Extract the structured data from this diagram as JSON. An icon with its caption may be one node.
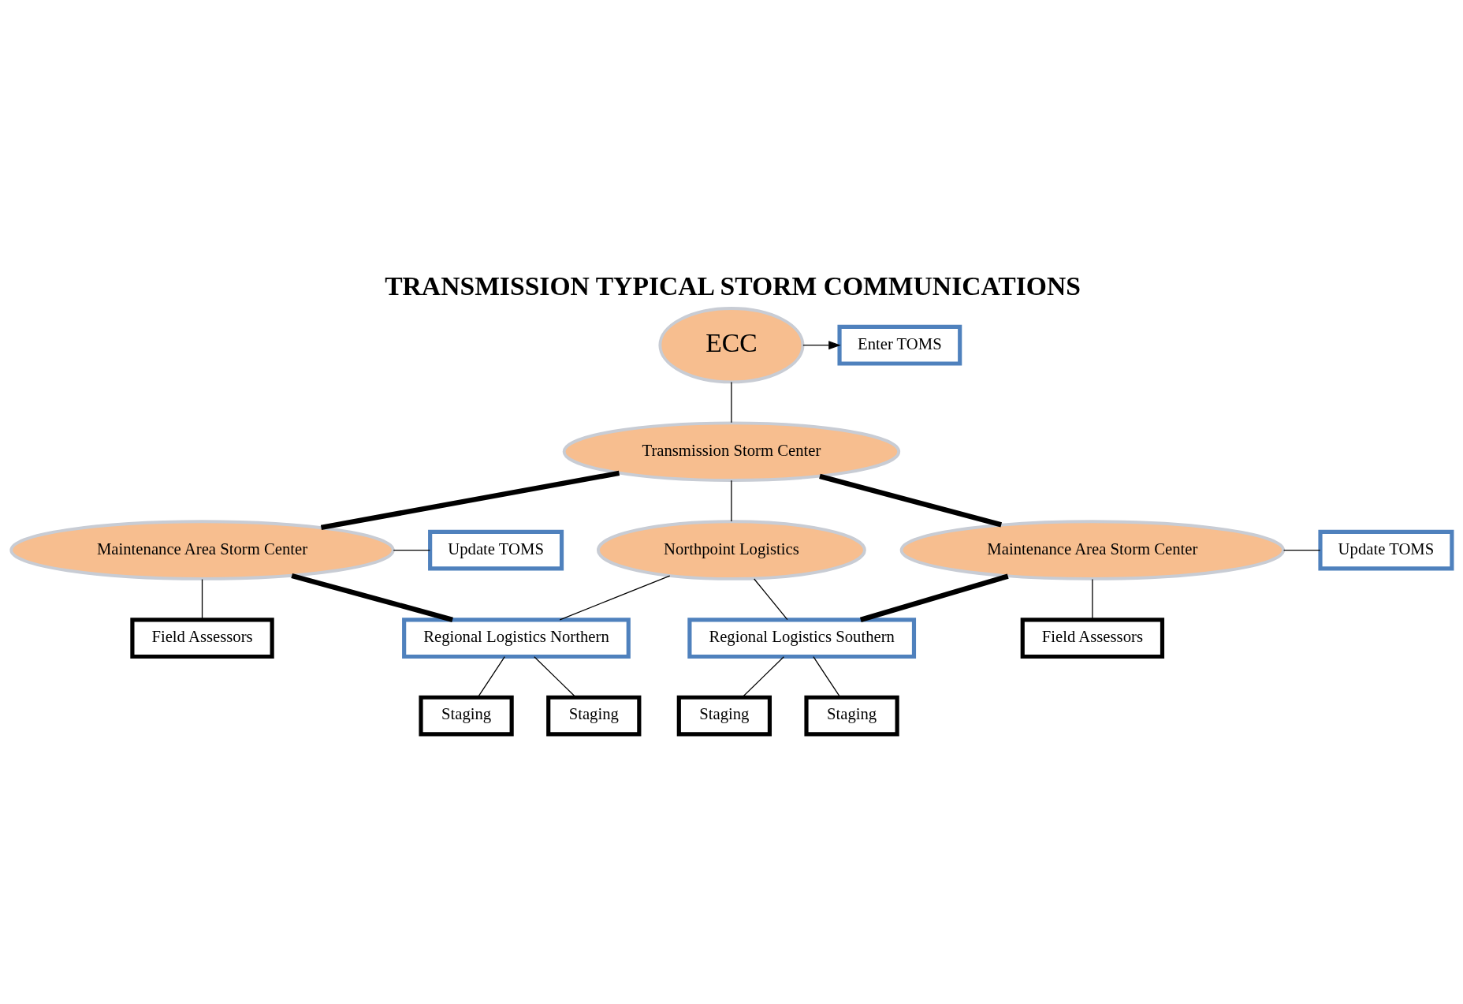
{
  "diagram": {
    "title": "TRANSMISSION TYPICAL STORM COMMUNICATIONS",
    "nodes": [
      {
        "text": [
          "ECC"
        ]
      },
      {
        "text": [
          "Enter TOMS"
        ]
      },
      {
        "text": [
          "Transmission Storm Center"
        ]
      },
      {
        "text": [
          "Northpoint Logistics"
        ]
      },
      {
        "text": [
          "Maintenance Area Storm Center"
        ]
      },
      {
        "text": [
          "Update TOMS"
        ]
      },
      {
        "text": [
          "Field Assessors"
        ]
      },
      {
        "text": [
          "Regional Logistics Northern"
        ]
      },
      {
        "text": [
          "Staging"
        ]
      },
      {
        "text": [
          "Staging"
        ]
      },
      {
        "text": [
          "Maintenance Area Storm Center"
        ]
      },
      {
        "text": [
          "Update TOMS"
        ]
      },
      {
        "text": [
          "Field Assessors"
        ]
      },
      {
        "text": [
          "Regional Logistics Southern"
        ]
      },
      {
        "text": [
          "Staging"
        ]
      },
      {
        "text": [
          "Staging"
        ]
      }
    ],
    "edges": [
      {
        "from": 0,
        "to": 1,
        "arrow": "to"
      },
      {
        "from": 0,
        "to": 2,
        "arrow": "none"
      },
      {
        "from": 2,
        "to": 3,
        "arrow": "none"
      },
      {
        "from": 2,
        "to": 4,
        "arrow": "none",
        "style": "thick"
      },
      {
        "from": 2,
        "to": 10,
        "arrow": "none",
        "style": "thick"
      },
      {
        "from": 3,
        "to": 7,
        "arrow": "none"
      },
      {
        "from": 3,
        "to": 13,
        "arrow": "none"
      },
      {
        "from": 4,
        "to": 5,
        "arrow": "none"
      },
      {
        "from": 4,
        "to": 6,
        "arrow": "none"
      },
      {
        "from": 4,
        "to": 7,
        "arrow": "none",
        "style": "thick"
      },
      {
        "from": 7,
        "to": 8,
        "arrow": "none"
      },
      {
        "from": 7,
        "to": 9,
        "arrow": "none"
      },
      {
        "from": 10,
        "to": 11,
        "arrow": "none"
      },
      {
        "from": 10,
        "to": 12,
        "arrow": "none"
      },
      {
        "from": 10,
        "to": 13,
        "arrow": "none",
        "style": "thick"
      },
      {
        "from": 13,
        "to": 14,
        "arrow": "none"
      },
      {
        "from": 13,
        "to": 15,
        "arrow": "none"
      }
    ]
  }
}
